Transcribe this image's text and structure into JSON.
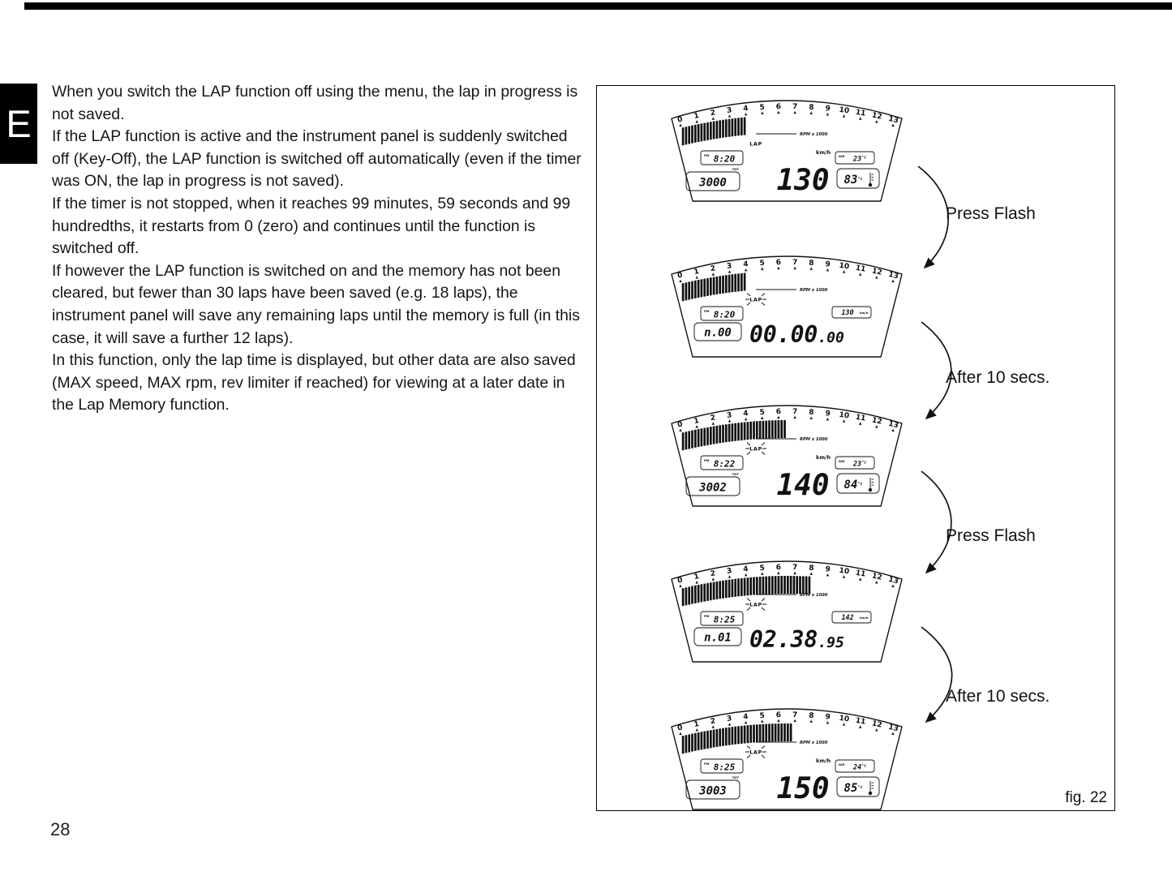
{
  "page": {
    "section_letter": "E",
    "page_number": "28",
    "fig_caption": "fig. 22"
  },
  "body_text": {
    "paragraphs": [
      "When you switch the LAP function off using the menu, the lap in progress is not saved.",
      "If the LAP function is active and the instrument panel is suddenly switched off (Key-Off), the LAP function is switched off automatically (even if the timer was ON, the lap in progress is not saved).",
      "If the timer is not stopped, when it reaches 99 minutes, 59 seconds and 99 hundredths, it restarts from 0 (zero) and continues until the function is switched off.",
      "If however the LAP function is switched on and the memory has not been cleared, but fewer than 30 laps have been saved (e.g. 18 laps), the instrument panel will save any remaining laps until the memory is full (in this case, it will save a further 12 laps).",
      "In this function, only the lap time is displayed, but other data are also saved (MAX speed, MAX rpm, rev limiter if reached) for viewing at a later date in the Lap Memory function."
    ]
  },
  "figure": {
    "steps": [
      "Press Flash",
      "After 10 secs.",
      "Press Flash",
      "After 10 secs."
    ],
    "rpm_scale": [
      "0",
      "1",
      "2",
      "3",
      "4",
      "5",
      "6",
      "7",
      "8",
      "9",
      "10",
      "11",
      "12",
      "13"
    ],
    "rpm_label": "RPM x 1000",
    "lap_label": "LAP",
    "temp_unit": "°c",
    "panels": [
      {
        "type": "speed",
        "rpm": 4,
        "lap": "on",
        "clock": "8:20",
        "clock_meridiem": "PM",
        "odometer": "3000",
        "odometer_label": "TOT",
        "speed": "130",
        "speed_unit": "km/h",
        "air_label": "AIR",
        "air_temp": "23",
        "water_temp": "83"
      },
      {
        "type": "timer",
        "rpm": 4,
        "lap": "flashing",
        "clock": "8:20",
        "clock_meridiem": "PM",
        "lap_number": "n.00",
        "timer_main": "00.00",
        "timer_frac": ".00",
        "speed_small": "130",
        "speed_unit": "km/h"
      },
      {
        "type": "speed",
        "rpm": 6.5,
        "lap": "flashing",
        "clock": "8:22",
        "clock_meridiem": "PM",
        "odometer": "3002",
        "odometer_label": "TOT",
        "speed": "140",
        "speed_unit": "km/h",
        "air_label": "AIR",
        "air_temp": "23",
        "water_temp": "84"
      },
      {
        "type": "timer",
        "rpm": 8,
        "lap": "flashing",
        "clock": "8:25",
        "clock_meridiem": "PM",
        "lap_number": "n.01",
        "timer_main": "02.38",
        "timer_frac": ".95",
        "speed_small": "142",
        "speed_unit": "km/h"
      },
      {
        "type": "speed",
        "rpm": 6.8,
        "lap": "flashing",
        "clock": "8:25",
        "clock_meridiem": "PM",
        "odometer": "3003",
        "odometer_label": "TOT",
        "speed": "150",
        "speed_unit": "km/h",
        "air_label": "AIR",
        "air_temp": "24",
        "water_temp": "85"
      }
    ]
  }
}
